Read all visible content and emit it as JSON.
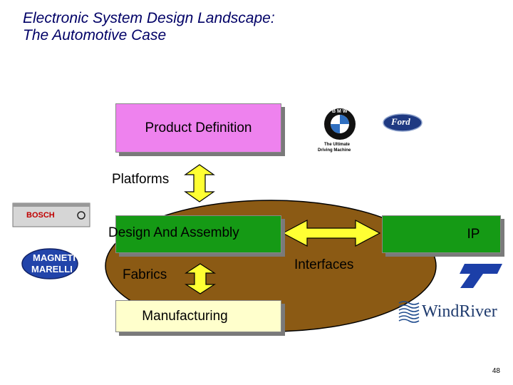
{
  "title": {
    "line1": "Electronic System Design Landscape:",
    "line2": "The Automotive Case"
  },
  "boxes": {
    "product_definition": "Product Definition",
    "design_and_assembly": "Design And Assembly",
    "ip": "IP",
    "manufacturing": "Manufacturing"
  },
  "labels": {
    "platforms": "Platforms",
    "fabrics": "Fabrics",
    "interfaces": "Interfaces"
  },
  "logos": {
    "bmw_letters": "BMW",
    "bmw_tagline_1": "The Ultimate",
    "bmw_tagline_2": "Driving Machine",
    "ford": "Ford",
    "bosch": "BOSCH",
    "magneti_1": "MAGNETI",
    "magneti_2": "MARELLI",
    "st": "ST",
    "windriver": "WindRiver"
  },
  "colors": {
    "title": "#000066",
    "product_definition_fill": "#ee82ee",
    "green_box_fill": "#159a15",
    "manufacturing_fill": "#ffffcc",
    "ellipse_fill": "#8b5a14",
    "arrow_fill": "#ffff33"
  },
  "page_number": "48"
}
